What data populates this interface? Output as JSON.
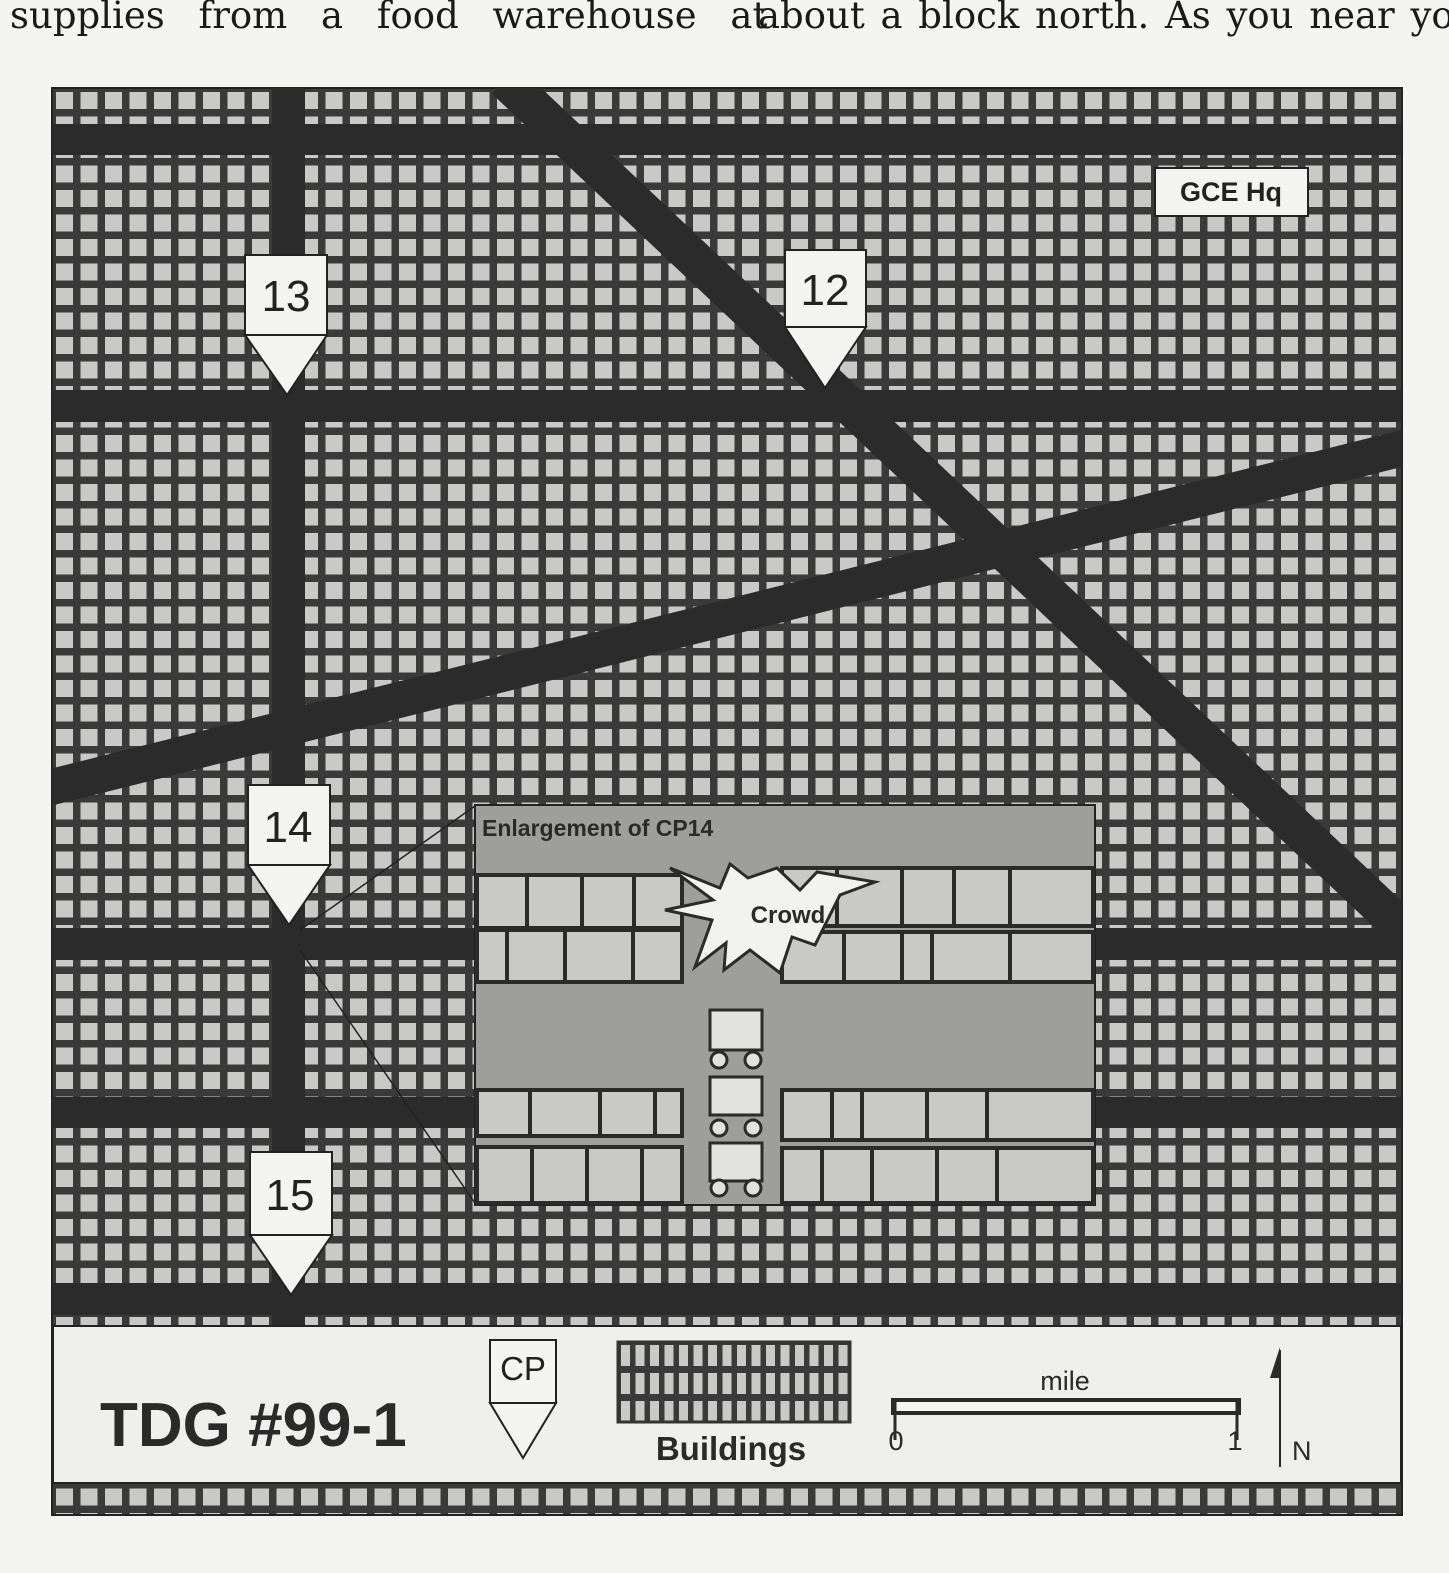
{
  "body_text": {
    "left_line": "supplies from a food warehouse at",
    "right_line": "about a block north. As you near you"
  },
  "map": {
    "checkpoints": [
      {
        "label": "13"
      },
      {
        "label": "12"
      },
      {
        "label": "14"
      },
      {
        "label": "15"
      }
    ],
    "hq_label": "GCE Hq",
    "enlargement": {
      "title": "Enlargement of CP14",
      "crowd_label": "Crowd"
    }
  },
  "legend": {
    "title": "TDG #99-1",
    "cp_symbol_label": "CP",
    "buildings_label": "Buildings",
    "scale_unit": "mile",
    "scale_start": "0",
    "scale_end": "1",
    "north_label": "N"
  },
  "colors": {
    "road": "#2b2b2b",
    "building": "#c9c9c7",
    "enlargement_bg": "#9e9e9c",
    "label_bg": "#f4f4f2"
  }
}
